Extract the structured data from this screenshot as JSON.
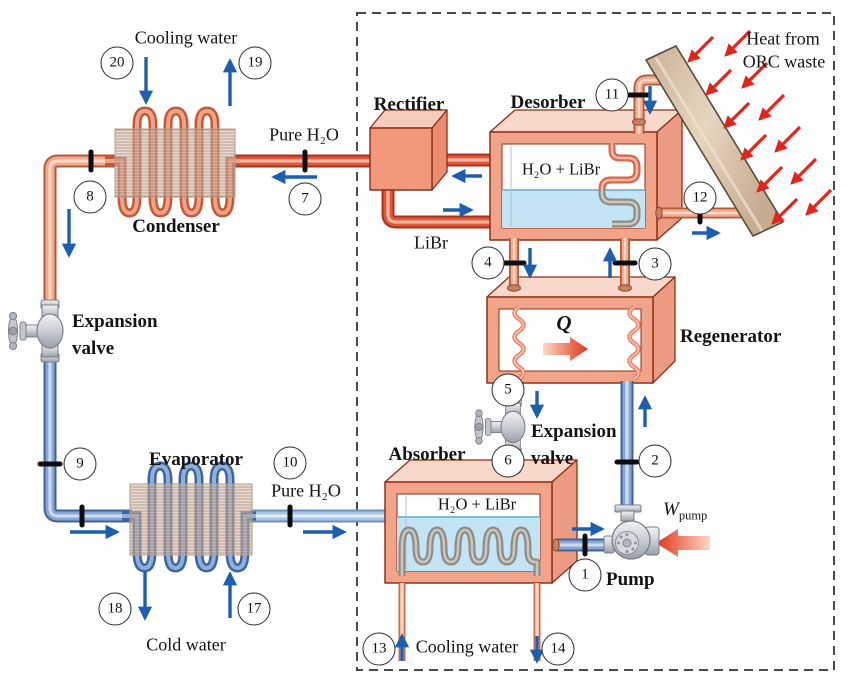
{
  "diagram": {
    "type": "LiBr-H2O absorption refrigeration cycle schematic",
    "labels": {
      "cooling_water_top": "Cooling water",
      "pure_h2o_top": "Pure H₂O",
      "libr": "LiBr",
      "heat_line1": "Heat from",
      "heat_line2": "ORC waste",
      "q_symbol": "Q",
      "w_pump_main": "W",
      "w_pump_sub": "pump",
      "pure_h2o_bottom": "Pure H₂O",
      "cold_water": "Cold water",
      "cooling_water_bottom": "Cooling water"
    },
    "components": {
      "condenser": "Condenser",
      "rectifier": "Rectifier",
      "desorber": "Desorber",
      "regenerator": "Regenerator",
      "evaporator": "Evaporator",
      "absorber": "Absorber",
      "pump": "Pump",
      "expansion_valve_left_l1": "Expansion",
      "expansion_valve_left_l2": "valve",
      "expansion_valve_right_l1": "Expansion",
      "expansion_valve_right_l2": "valve",
      "desorber_solution": "H₂O + LiBr",
      "absorber_solution": "H₂O + LiBr"
    },
    "nodes": {
      "n1": "1",
      "n2": "2",
      "n3": "3",
      "n4": "4",
      "n5": "5",
      "n6": "6",
      "n7": "7",
      "n8": "8",
      "n9": "9",
      "n10": "10",
      "n11": "11",
      "n12": "12",
      "n13": "13",
      "n14": "14",
      "n17": "17",
      "n18": "18",
      "n19": "19",
      "n20": "20"
    },
    "colors": {
      "hot_pipe": "#f2a78e",
      "hot_pipe_dark": "#e2573b",
      "cold_pipe": "#87a6d4",
      "vapor_pipe": "#aac4e4",
      "liquid": "#c2e4f5",
      "flow_arrow_blue": "#1d5fae",
      "heat_arrow_red": "#e1251b",
      "box_salmon": "#f2a48a",
      "panel_tan": "#d9c2a9"
    }
  }
}
